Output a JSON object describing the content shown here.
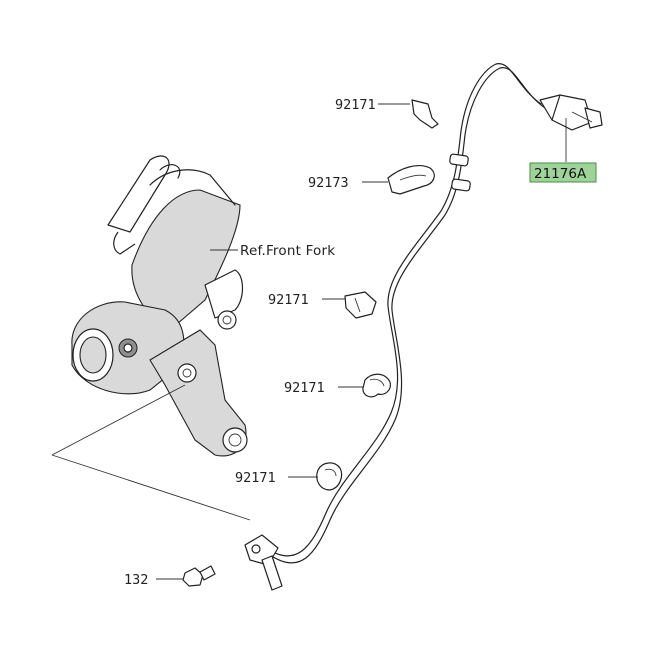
{
  "diagram": {
    "reference_label": "Ref.Front Fork",
    "parts": [
      {
        "id": "p1",
        "number": "92171"
      },
      {
        "id": "p2",
        "number": "92173"
      },
      {
        "id": "p3",
        "number": "92171"
      },
      {
        "id": "p4",
        "number": "92171"
      },
      {
        "id": "p5",
        "number": "92171"
      },
      {
        "id": "p6",
        "number": "132"
      }
    ],
    "highlighted_part": {
      "number": "21176A",
      "color": "#9fd39a"
    },
    "colors": {
      "line": "#222222",
      "fork_fill": "#d9d9d9",
      "highlight": "#9fd39a"
    }
  }
}
